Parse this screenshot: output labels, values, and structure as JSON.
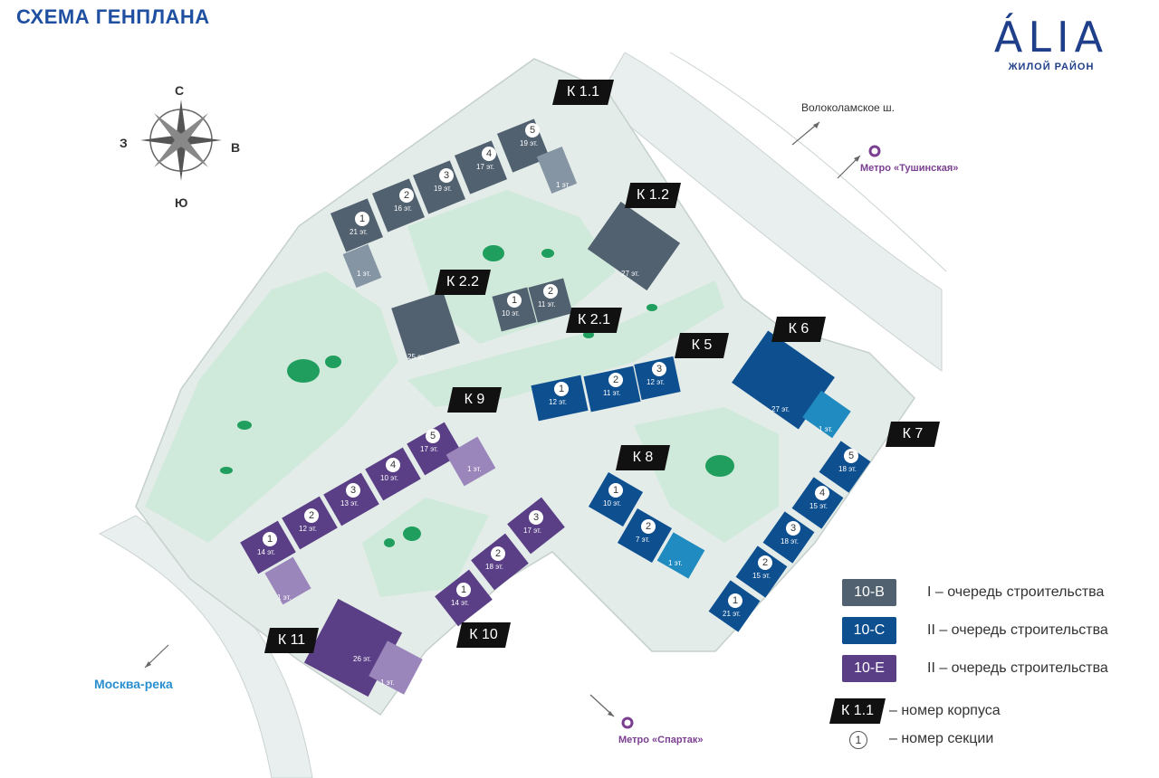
{
  "header": {
    "title": "СХЕМА ГЕНПЛАНА"
  },
  "logo": {
    "word": "ÁLIA",
    "subtitle": "ЖИЛОЙ РАЙОН"
  },
  "compass": {
    "n": "С",
    "s": "Ю",
    "w": "З",
    "e": "В"
  },
  "labels": {
    "road": "Волоколамское ш.",
    "metro_tushinskaya": "Метро «Тушинская»",
    "metro_spartak": "Метро «Спартак»",
    "river": "Москва-река"
  },
  "colors": {
    "phase1": "#526170",
    "phase2c": "#0d4f8f",
    "phase2e": "#5a3f86",
    "single_floor_blue": "#1f8bc0",
    "single_floor_purple": "#9b86bc",
    "single_floor_grey": "#8595a3",
    "park": "#cfe9da",
    "park_dark": "#1f9e5e",
    "road": "#e6ecea"
  },
  "buildings": [
    {
      "id": "K1.1",
      "label": "К 1.1",
      "sections": [
        {
          "n": "1",
          "floors": "21 эт."
        },
        {
          "n": "2",
          "floors": "16 эт."
        },
        {
          "n": "3",
          "floors": "19 эт."
        },
        {
          "n": "4",
          "floors": "17 эт."
        },
        {
          "n": "5",
          "floors": "19 эт."
        }
      ],
      "extra": [
        "1 эт.",
        "1 эт."
      ]
    },
    {
      "id": "K1.2",
      "label": "К 1.2",
      "floors": "27 эт."
    },
    {
      "id": "K2.1",
      "label": "К 2.1",
      "sections": [
        {
          "n": "1",
          "floors": "10 эт."
        },
        {
          "n": "2",
          "floors": "11 эт."
        }
      ]
    },
    {
      "id": "K2.2",
      "label": "К 2.2",
      "floors": "25 эт."
    },
    {
      "id": "K5",
      "label": "К 5",
      "sections": [
        {
          "n": "1",
          "floors": "12 эт."
        },
        {
          "n": "2",
          "floors": "11 эт."
        },
        {
          "n": "3",
          "floors": "12 эт."
        }
      ]
    },
    {
      "id": "K6",
      "label": "К 6",
      "floors": "27 эт.",
      "extra": [
        "1 эт."
      ]
    },
    {
      "id": "K7",
      "label": "К 7",
      "sections": [
        {
          "n": "1",
          "floors": "21 эт."
        },
        {
          "n": "2",
          "floors": "15 эт."
        },
        {
          "n": "3",
          "floors": "18 эт."
        },
        {
          "n": "4",
          "floors": "15 эт."
        },
        {
          "n": "5",
          "floors": "18 эт."
        }
      ]
    },
    {
      "id": "K8",
      "label": "К 8",
      "sections": [
        {
          "n": "1",
          "floors": "10 эт."
        },
        {
          "n": "2",
          "floors": "7 эт."
        }
      ],
      "extra": [
        "1 эт."
      ]
    },
    {
      "id": "K9",
      "label": "К 9",
      "sections": [
        {
          "n": "1",
          "floors": "14 эт."
        },
        {
          "n": "2",
          "floors": "12 эт."
        },
        {
          "n": "3",
          "floors": "13 эт."
        },
        {
          "n": "4",
          "floors": "10 эт."
        },
        {
          "n": "5",
          "floors": "17 эт."
        }
      ],
      "extra": [
        "1 эт.",
        "1 эт."
      ]
    },
    {
      "id": "K10",
      "label": "К 10",
      "sections": [
        {
          "n": "1",
          "floors": "14 эт."
        },
        {
          "n": "2",
          "floors": "18 эт."
        },
        {
          "n": "3",
          "floors": "17 эт."
        }
      ]
    },
    {
      "id": "K11",
      "label": "К 11",
      "floors": "26 эт.",
      "extra": [
        "1 эт."
      ]
    }
  ],
  "legend": {
    "items": [
      {
        "badge": "10-B",
        "text": "I – очередь строительства"
      },
      {
        "badge": "10-C",
        "text": "II – очередь строительства"
      },
      {
        "badge": "10-E",
        "text": "II – очередь строительства"
      }
    ],
    "tag_example": "К 1.1",
    "tag_text": "– номер корпуса",
    "section_example": "1",
    "section_text": "– номер секции"
  }
}
